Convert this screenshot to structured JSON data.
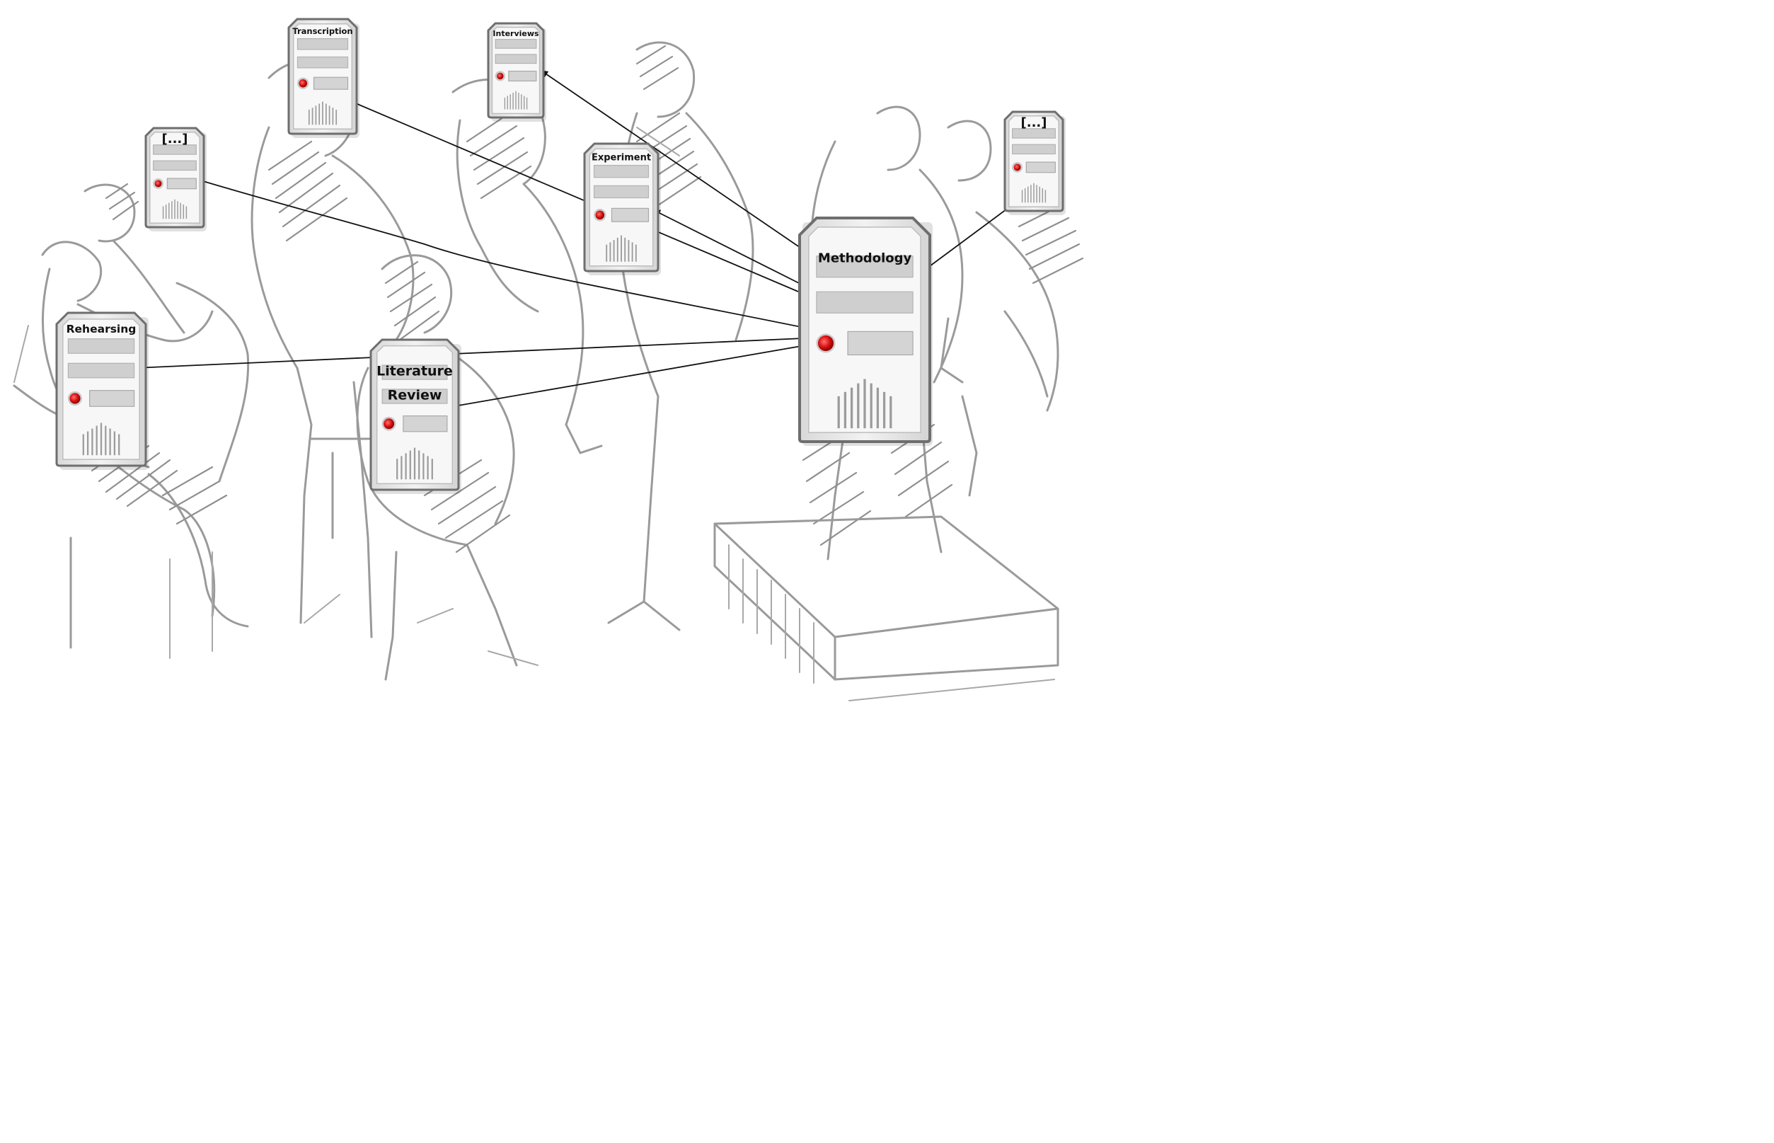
{
  "diagram": {
    "hub": {
      "label": "Methodology"
    },
    "nodes": [
      {
        "id": "transcription",
        "lines": [
          "Transcription"
        ]
      },
      {
        "id": "interviews",
        "lines": [
          "Interviews"
        ]
      },
      {
        "id": "ellipsis-left",
        "lines": [
          "[...]"
        ]
      },
      {
        "id": "experiment",
        "lines": [
          "Experiment"
        ]
      },
      {
        "id": "ellipsis-right",
        "lines": [
          "[...]"
        ]
      },
      {
        "id": "rehearsing",
        "lines": [
          "Rehearsing"
        ]
      },
      {
        "id": "literature-review",
        "lines": [
          "Literature",
          "Review"
        ]
      }
    ],
    "edges": [
      {
        "from": "methodology",
        "to": "transcription"
      },
      {
        "from": "methodology",
        "to": "interviews"
      },
      {
        "from": "methodology",
        "to": "ellipsis-left"
      },
      {
        "from": "methodology",
        "to": "experiment"
      },
      {
        "from": "methodology",
        "to": "ellipsis-right"
      },
      {
        "from": "methodology",
        "to": "rehearsing"
      },
      {
        "from": "methodology",
        "to": "literature-review"
      }
    ],
    "node_icon": "server-tower-icon",
    "colors": {
      "sketch": "#9a9a9a",
      "server_body": "#e6e6e6",
      "server_border": "#6e6e6e",
      "led": "#d21a1a",
      "arrow": "#111111"
    }
  }
}
